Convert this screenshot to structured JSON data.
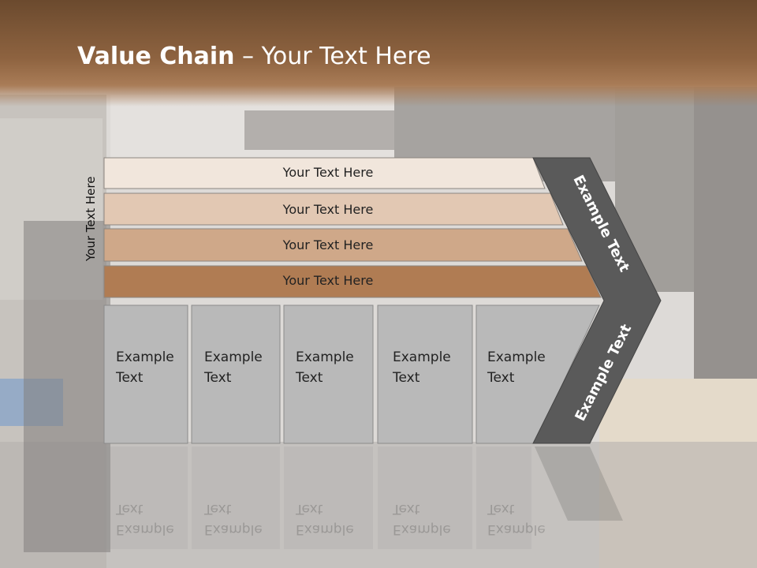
{
  "slide": {
    "title_bold": "Value Chain",
    "title_rest": " – Your Text Here",
    "vertical_label": "Your Text Here"
  },
  "rows": [
    {
      "label": "Your Text Here",
      "color": "#f1e6dc"
    },
    {
      "label": "Your Text Here",
      "color": "#e2c8b3"
    },
    {
      "label": "Your Text Here",
      "color": "#cfa889"
    },
    {
      "label": "Your Text Here",
      "color": "#b07c53"
    }
  ],
  "cells": [
    {
      "line1": "Example",
      "line2": "Text"
    },
    {
      "line1": "Example",
      "line2": "Text"
    },
    {
      "line1": "Example",
      "line2": "Text"
    },
    {
      "line1": "Example",
      "line2": "Text"
    },
    {
      "line1": "Example",
      "line2": "Text"
    }
  ],
  "chevron": {
    "upper_label": "Example Text",
    "lower_label": "Example Text",
    "color": "#5a5a5a"
  }
}
